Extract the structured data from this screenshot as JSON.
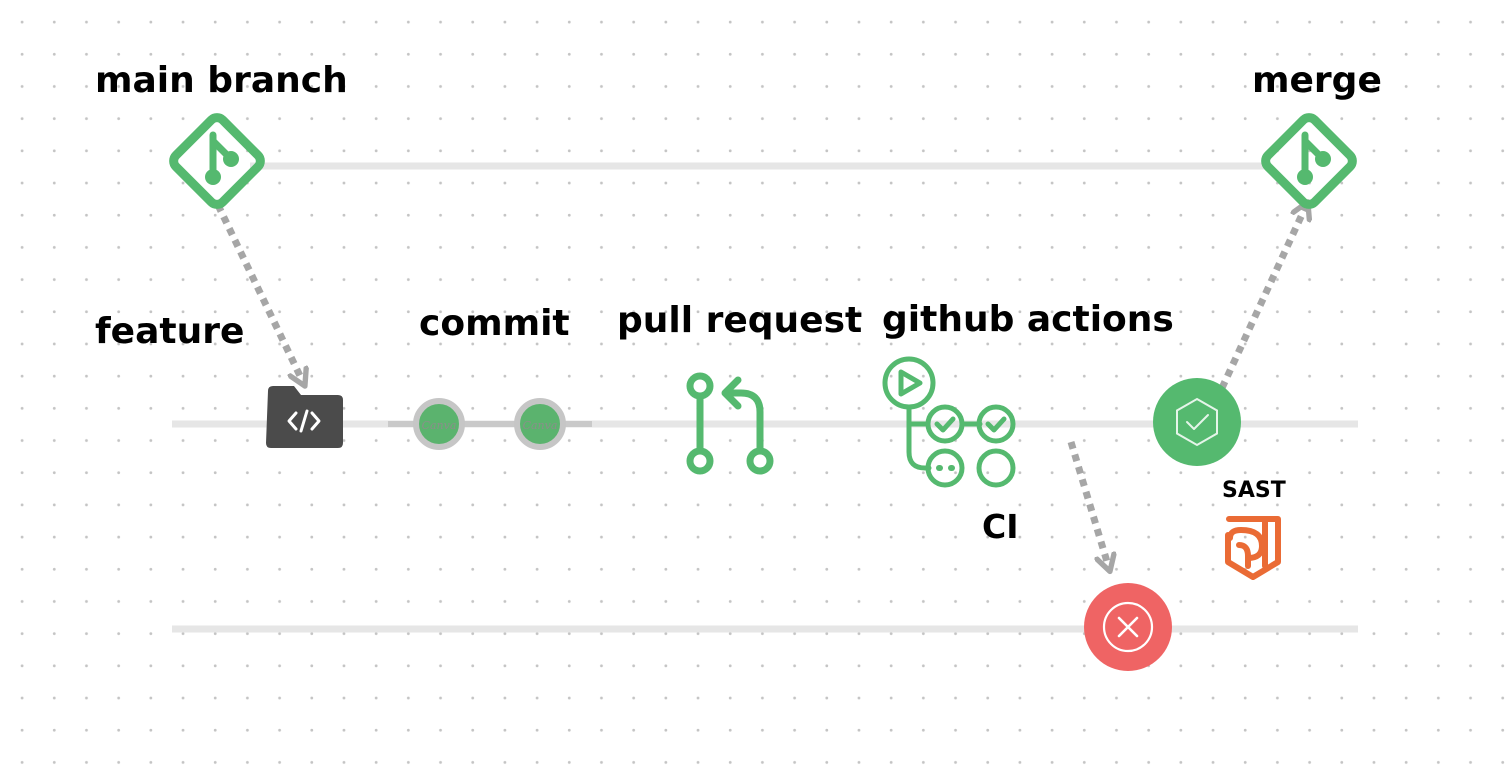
{
  "labels": {
    "main_branch": "main branch",
    "merge": "merge",
    "feature": "feature",
    "commit": "commit",
    "pull_request": "pull request",
    "github_actions": "github actions",
    "ci": "CI",
    "sast": "SAST"
  },
  "commit_node_text": "Canva",
  "colors": {
    "green": "#55b96f",
    "dark_gray": "#4b4b4b",
    "line_gray": "#e6e6e6",
    "arrow_gray": "#a6a6a6",
    "red": "#ef6464",
    "orange": "#ea6b35"
  },
  "icons": [
    "git-branch-icon",
    "code-folder-icon",
    "commit-icon",
    "pull-request-icon",
    "github-actions-icon",
    "success-hexagon-icon",
    "sast-shield-icon",
    "failure-icon"
  ]
}
